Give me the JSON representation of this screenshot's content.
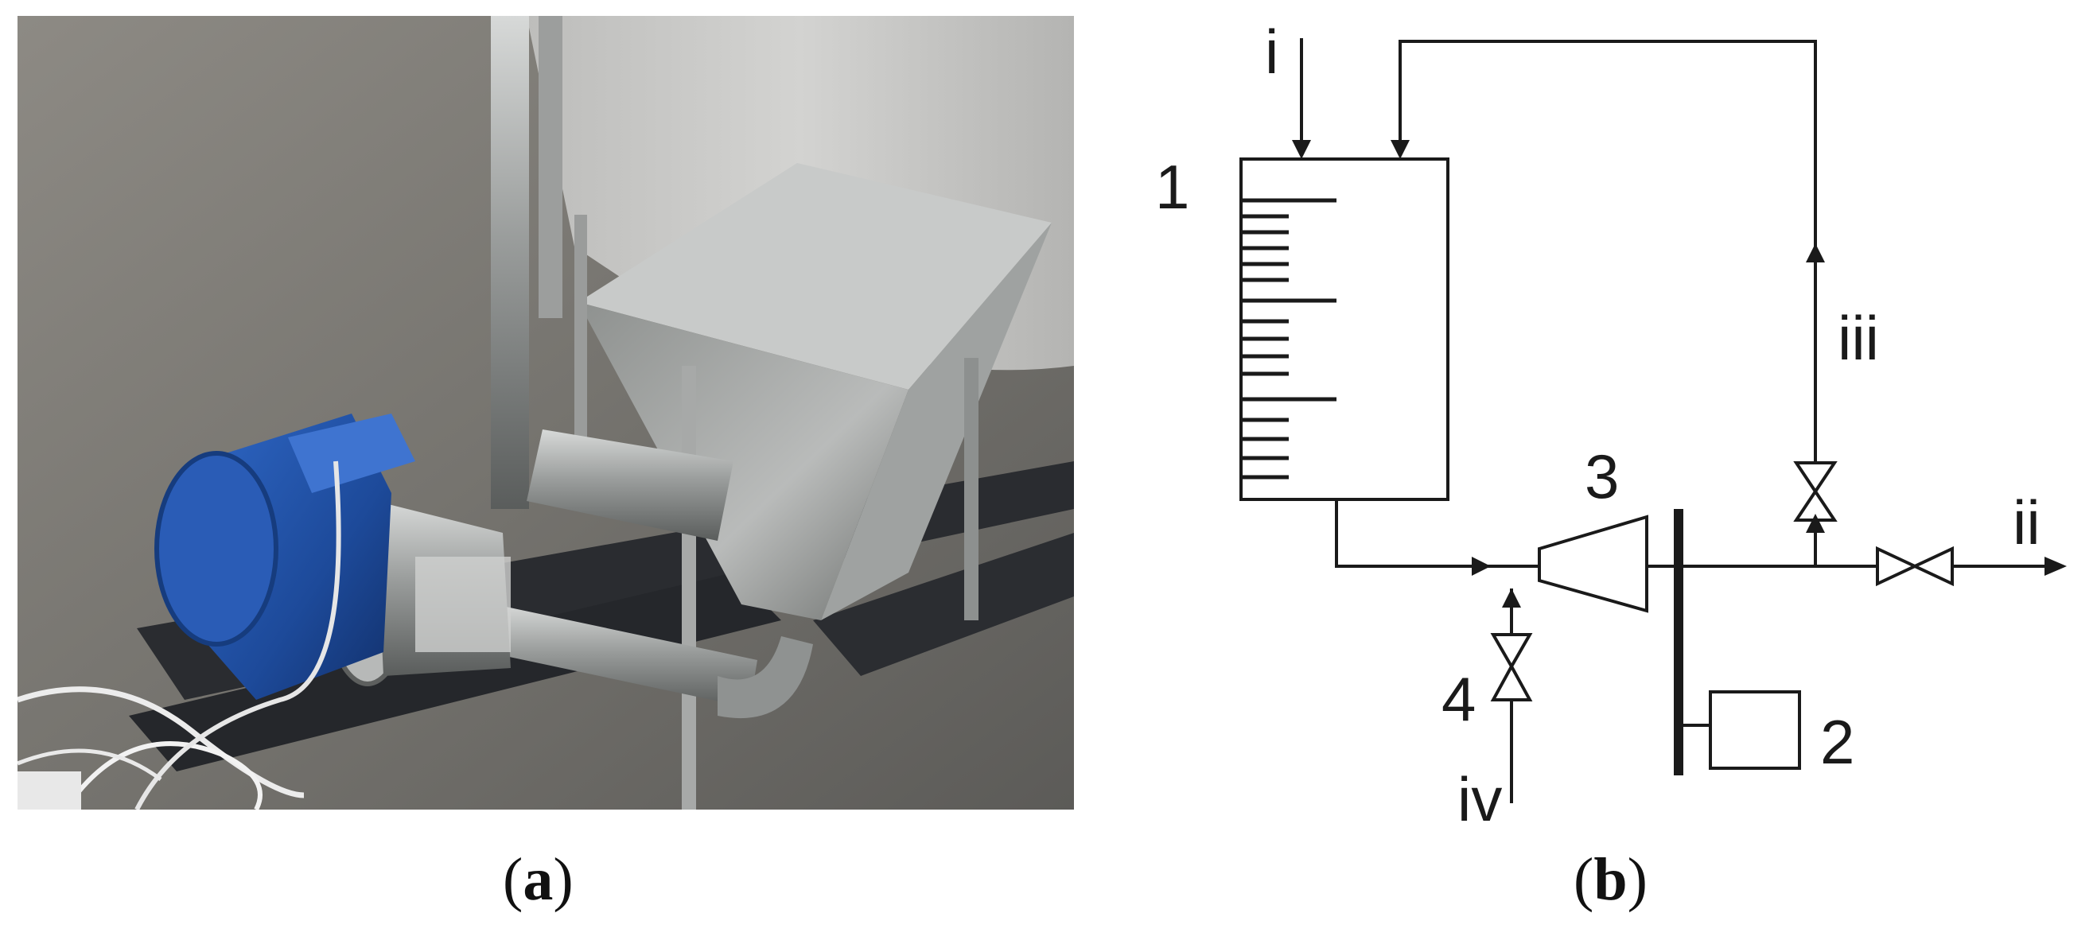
{
  "captions": {
    "a": {
      "open": "(",
      "letter": "a",
      "close": ")"
    },
    "b": {
      "open": "(",
      "letter": "b",
      "close": ")"
    }
  },
  "schematic": {
    "labels": {
      "tank": "1",
      "motor": "2",
      "pump": "3",
      "valve": "4",
      "inlet_feed": "i",
      "outlet_product": "ii",
      "recirculation": "iii",
      "additive_inlet": "iv"
    }
  },
  "colors": {
    "line": "#1a1a1a",
    "motor_blue": "#1f4fa8",
    "steel": "#a9acae",
    "floor": "#7d7b76"
  },
  "icons": {
    "valve": "bowtie-valve-icon",
    "arrow": "flow-arrow-icon"
  }
}
